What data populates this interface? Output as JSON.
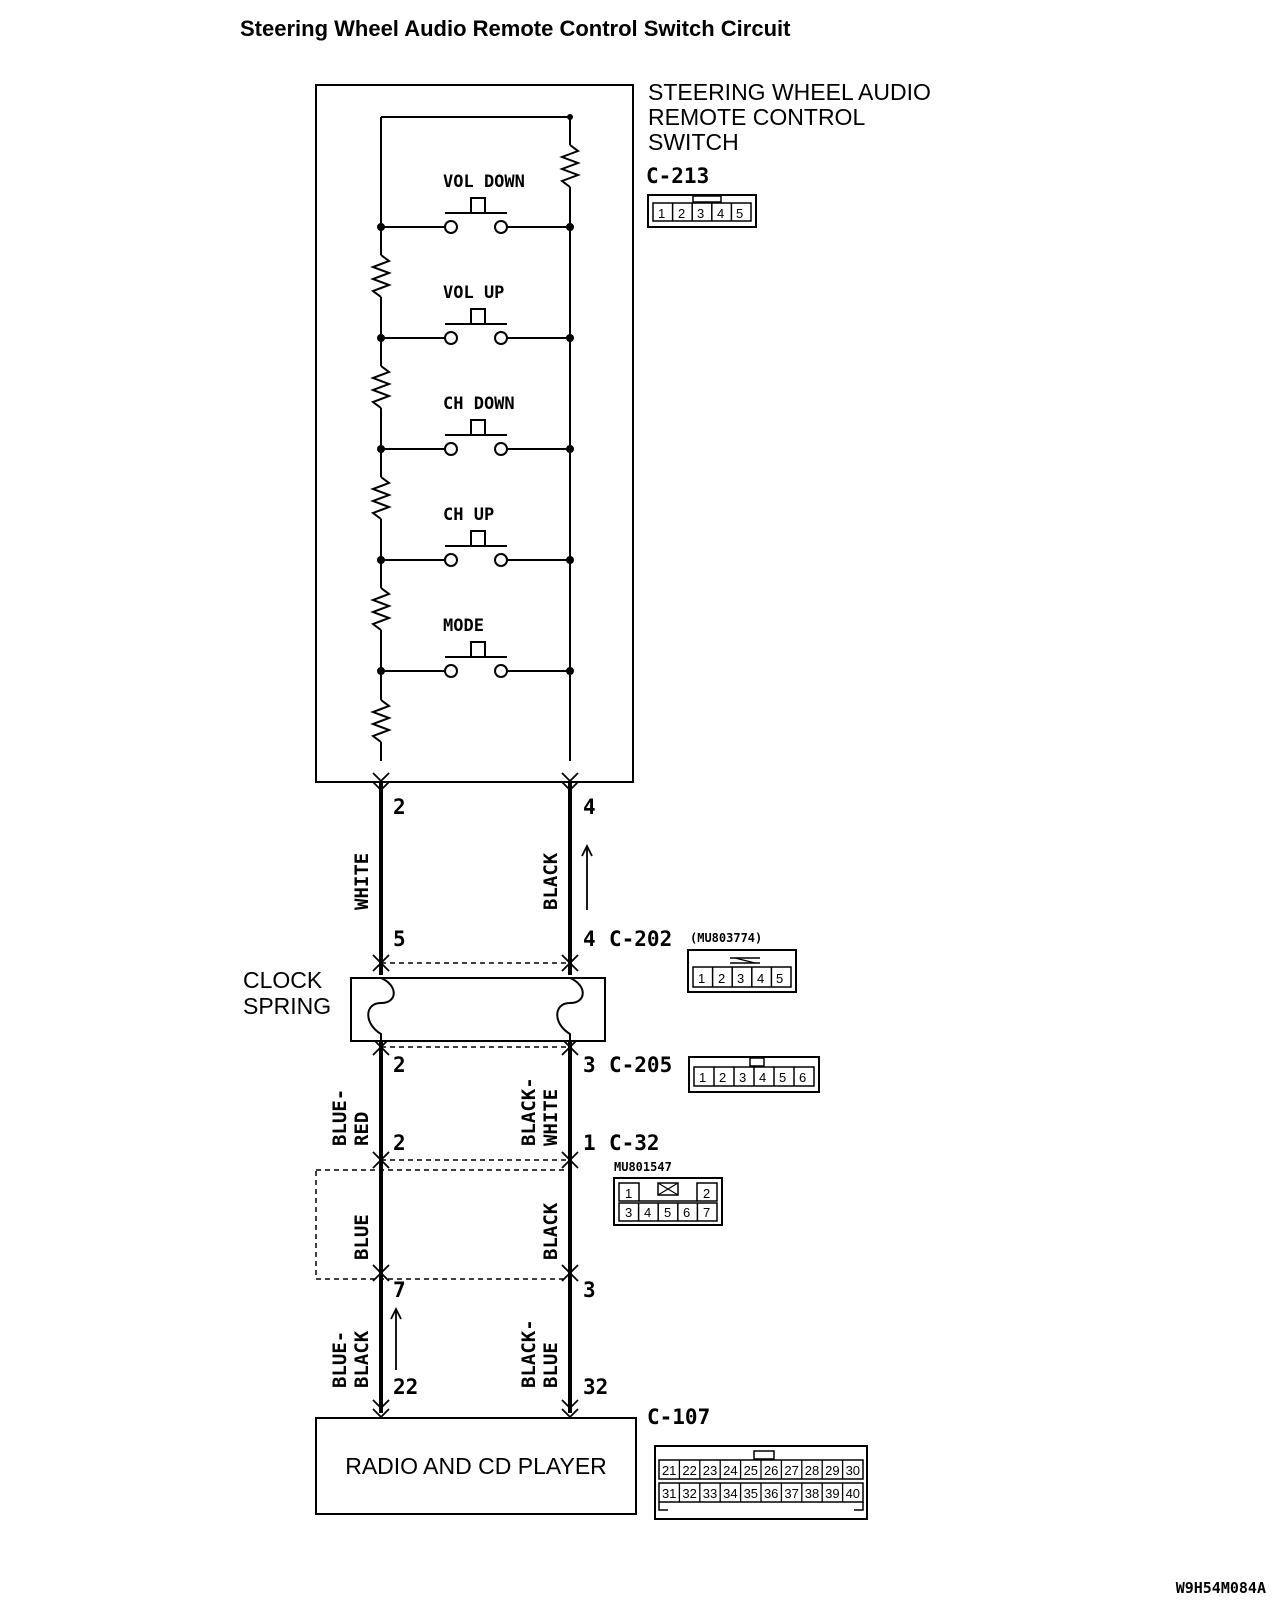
{
  "title": "Steering Wheel Audio Remote Control Switch Circuit",
  "switch_unit": {
    "name_lines": [
      "STEERING WHEEL AUDIO",
      "REMOTE CONTROL",
      "SWITCH"
    ],
    "connector": "C-213",
    "connector_pins": [
      "1",
      "2",
      "3",
      "4",
      "5"
    ],
    "switches": [
      "VOL DOWN",
      "VOL UP",
      "CH DOWN",
      "CH UP",
      "MODE"
    ]
  },
  "clock_spring": {
    "name_lines": [
      "CLOCK",
      "SPRING"
    ]
  },
  "connectors": {
    "c202": {
      "id": "C-202",
      "part": "(MU803774)",
      "pins": [
        "1",
        "2",
        "3",
        "4",
        "5"
      ]
    },
    "c205": {
      "id": "C-205",
      "pins": [
        "1",
        "2",
        "3",
        "4",
        "5",
        "6"
      ]
    },
    "c32": {
      "id": "C-32",
      "part": "MU801547",
      "top_pins": [
        "1",
        "2"
      ],
      "bottom_pins": [
        "3",
        "4",
        "5",
        "6",
        "7"
      ]
    },
    "c107": {
      "id": "C-107",
      "top_pins": [
        "21",
        "22",
        "23",
        "24",
        "25",
        "26",
        "27",
        "28",
        "29",
        "30"
      ],
      "bottom_pins": [
        "31",
        "32",
        "33",
        "34",
        "35",
        "36",
        "37",
        "38",
        "39",
        "40"
      ]
    }
  },
  "pins": {
    "left_top": "2",
    "right_top": "4",
    "left_c202": "5",
    "right_c202": "4",
    "left_c205": "2",
    "right_c205": "3",
    "left_c32": "2",
    "right_c32": "1",
    "left_lower": "7",
    "right_lower": "3",
    "left_radio": "22",
    "right_radio": "32"
  },
  "wires": {
    "seg1_left": "WHITE",
    "seg1_right": "BLACK",
    "seg2_left_lines": [
      "BLUE-",
      "RED"
    ],
    "seg2_right_lines": [
      "BLACK-",
      "WHITE"
    ],
    "seg3_left": "BLUE",
    "seg3_right": "BLACK",
    "seg4_left_lines": [
      "BLUE-",
      "BLACK"
    ],
    "seg4_right_lines": [
      "BLACK-",
      "BLUE"
    ]
  },
  "radio": {
    "name": "RADIO AND CD PLAYER"
  },
  "figure_code": "W9H54M084A"
}
